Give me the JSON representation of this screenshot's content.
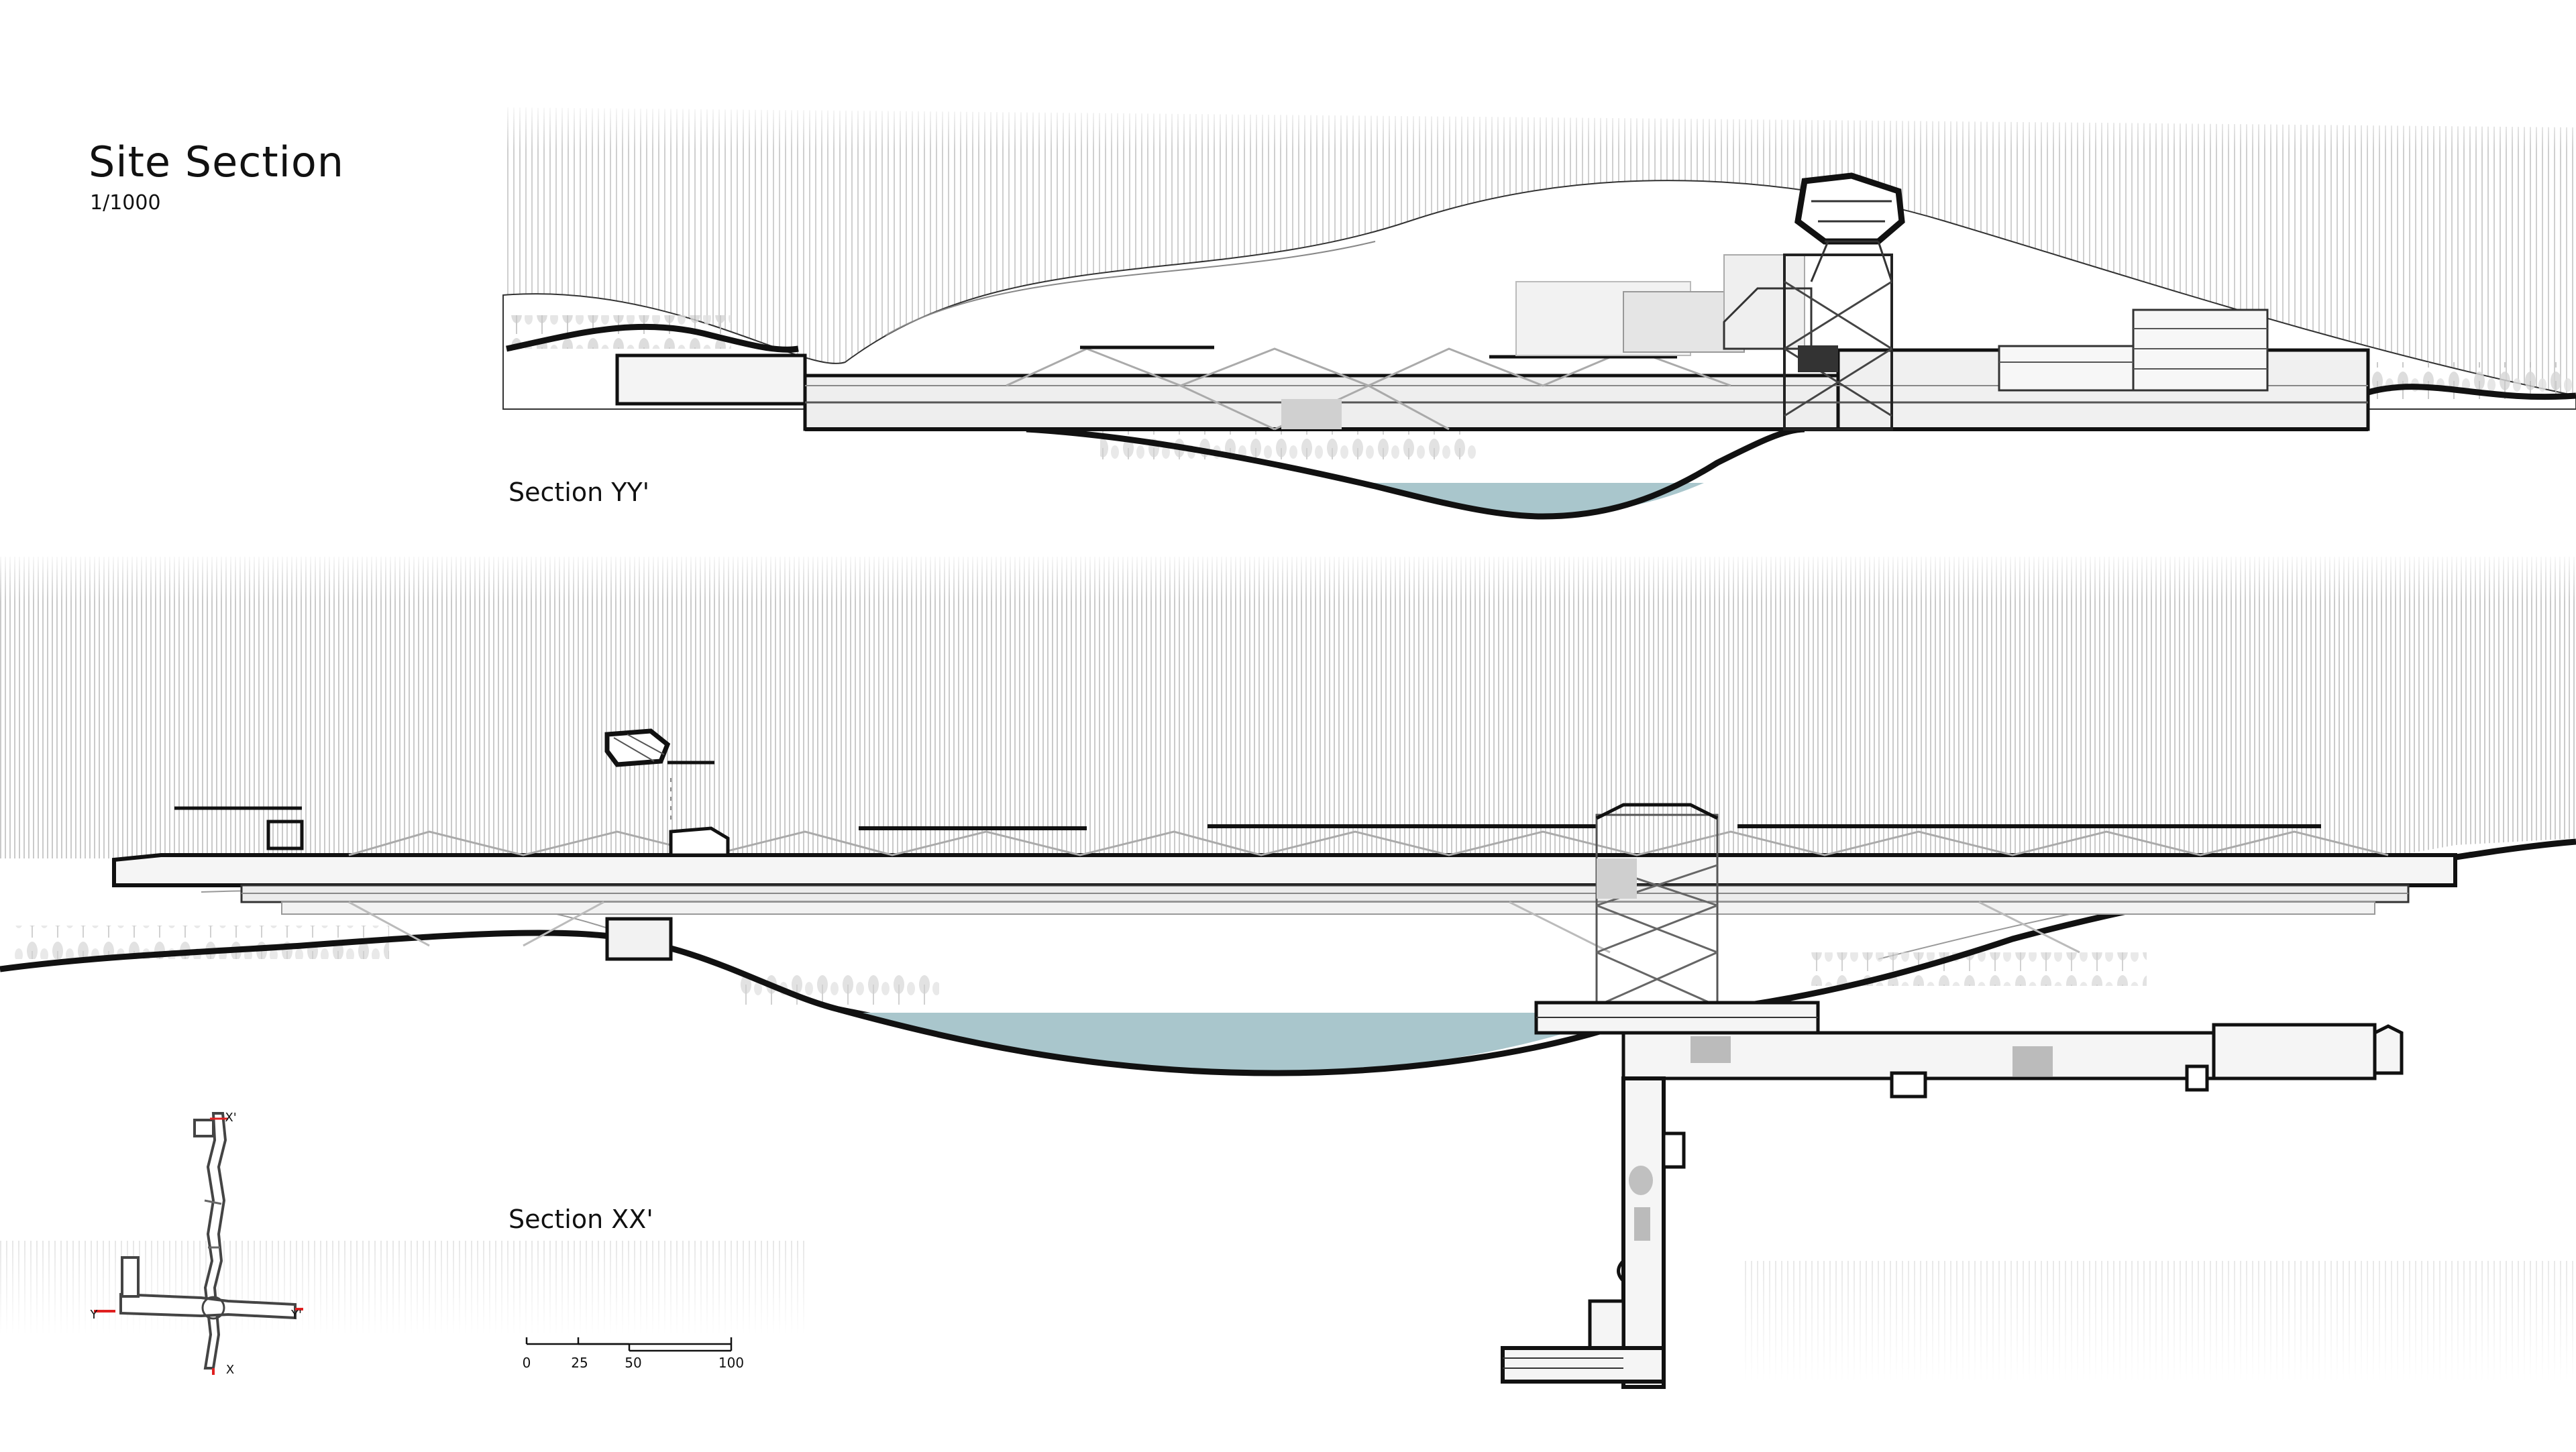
{
  "drawing": {
    "title": "Site Section",
    "scale_ratio": "1/1000"
  },
  "sections": {
    "upper_label": "Section YY'",
    "lower_label": "Section XX'"
  },
  "scale_bar": {
    "ticks": [
      "0",
      "25",
      "50",
      "100"
    ]
  },
  "key_plan": {
    "labels": {
      "x_top": "X'",
      "x_bottom": "X",
      "y_left": "Y",
      "y_right": "Y'"
    },
    "marker_color": "#e02020"
  },
  "colors": {
    "line": "#111111",
    "water": "#a9c6cc",
    "hatch": "#c8c8c8",
    "building_fill": "#eeeeee"
  }
}
